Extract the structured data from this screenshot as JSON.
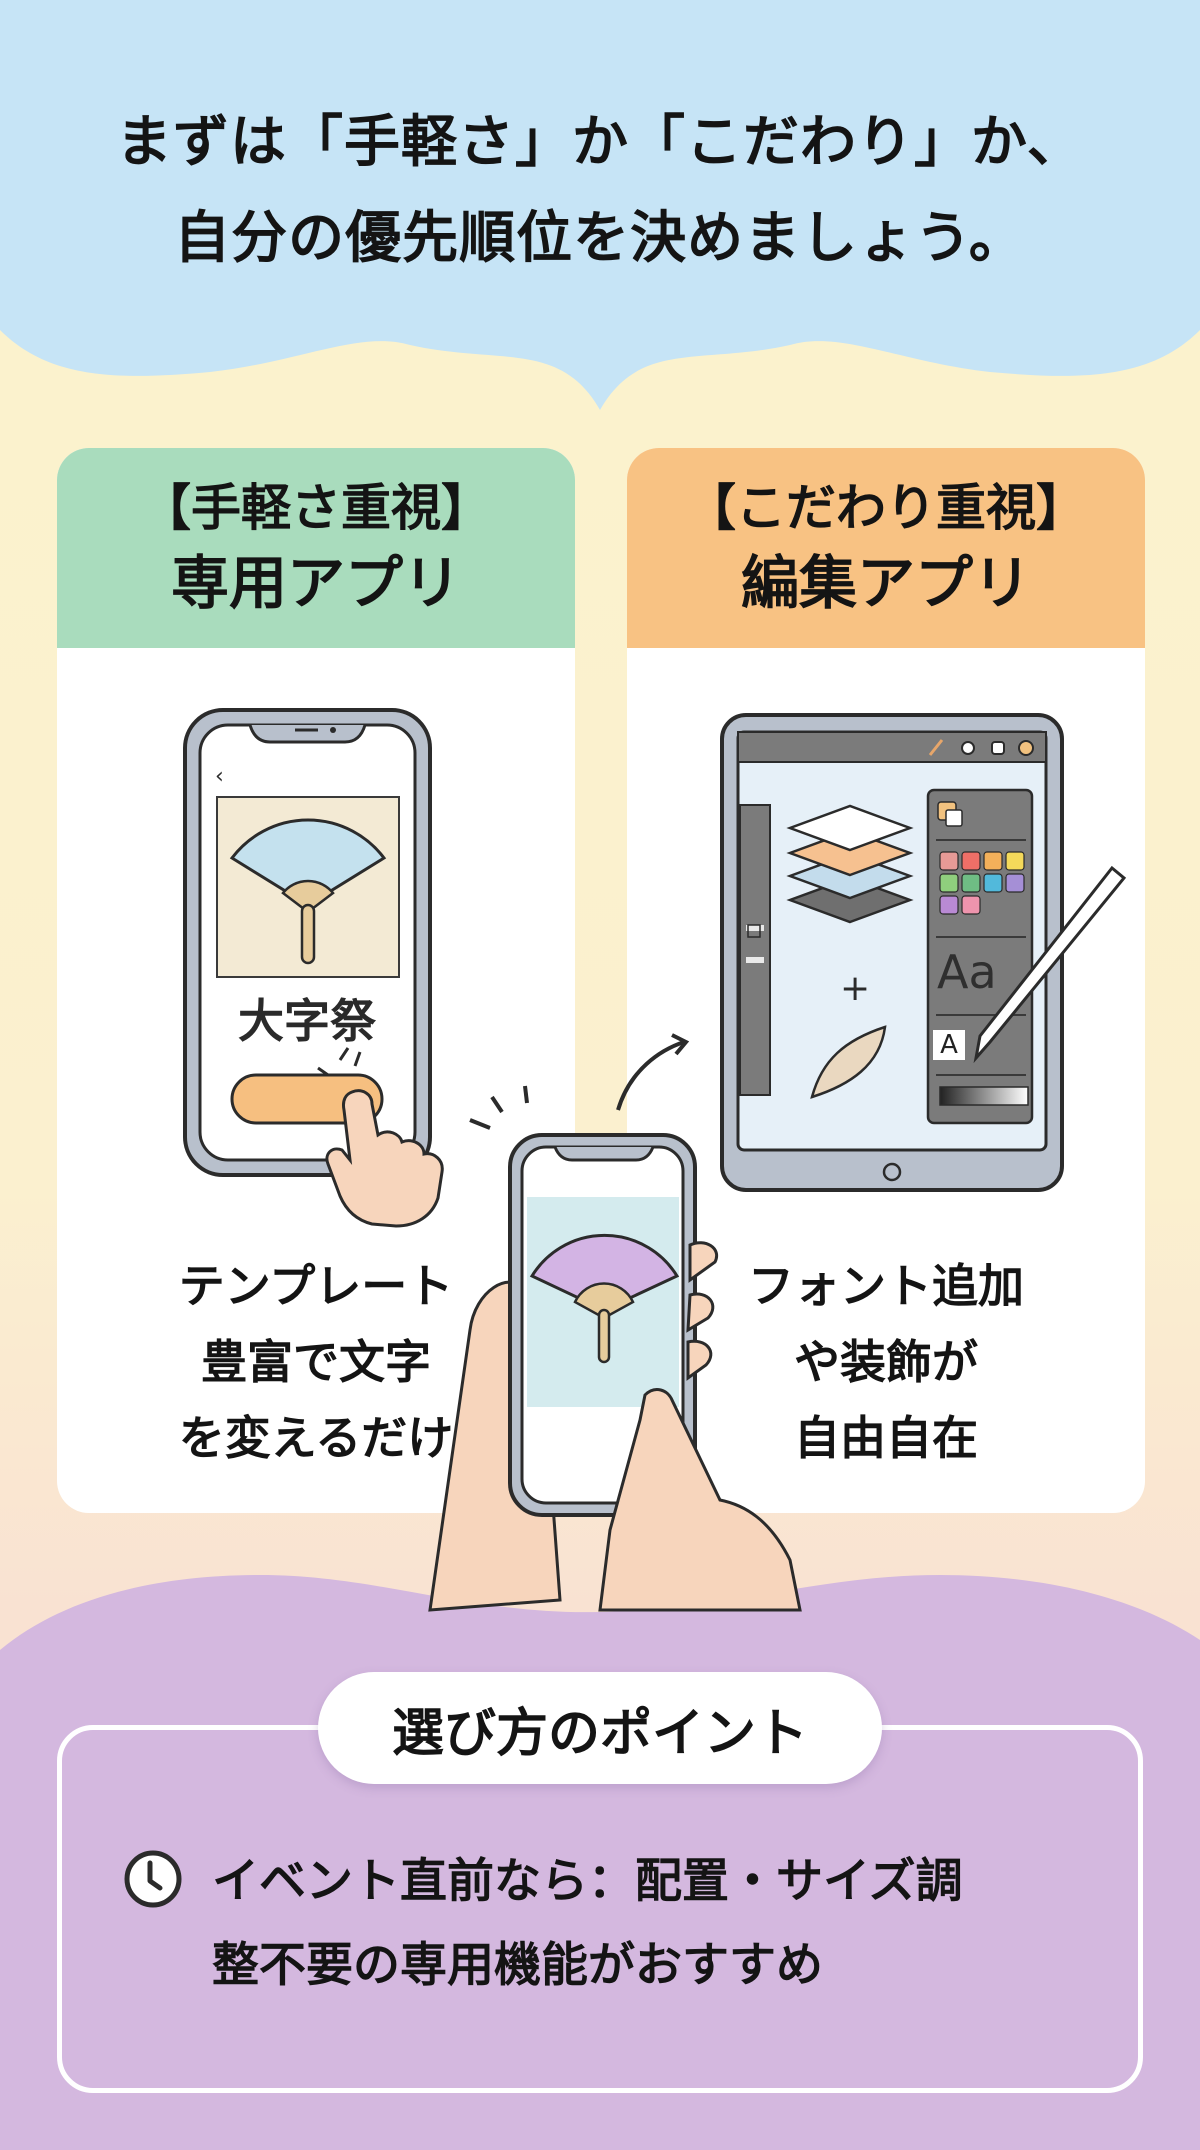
{
  "header": {
    "title_line1": "まずは「手軽さ」か「こだわり」か、",
    "title_line2": "自分の優先順位を決めましょう。"
  },
  "cards": [
    {
      "id": "easy",
      "heading_line1": "【手軽さ重視】",
      "heading_line2": "専用アプリ",
      "header_color": "#a9dcbd",
      "illustration": {
        "device": "smartphone",
        "back_icon": "‹",
        "screen_title": "大字祭",
        "fan_color": "#c4e1ee",
        "button_color": "#f6bf80"
      },
      "description_lines": [
        "テンプレート",
        "豊富で文字",
        "を変えるだけ"
      ]
    },
    {
      "id": "custom",
      "heading_line1": "【こだわり重視】",
      "heading_line2": "編集アプリ",
      "header_color": "#f8c283",
      "illustration": {
        "device": "tablet",
        "panel_font_sample": "Aa",
        "panel_text_tool": "A",
        "swatches": [
          "#e79a96",
          "#ee6f67",
          "#f3b05a",
          "#f4d95a",
          "#8fcf7d",
          "#6fbd84",
          "#52b9db",
          "#a58fd6",
          "#b98ad4",
          "#ee94ad"
        ]
      },
      "description_lines": [
        "フォント追加",
        "や装飾が",
        "自由自在"
      ]
    }
  ],
  "center_illustration": {
    "device": "smartphone-in-hand",
    "fan_color": "#d3b4e4"
  },
  "points": {
    "badge_label": "選び方のポイント",
    "items": [
      {
        "icon": "clock-icon",
        "text_line1": "イベント直前なら：配置・サイズ調",
        "text_line2": "整不要の専用機能がおすすめ"
      }
    ]
  },
  "colors": {
    "top_band": "#c6e4f6",
    "mid_background": "#fbf3cc",
    "bottom_band": "#d4b8df",
    "easy_header": "#a9dcbd",
    "custom_header": "#f8c283"
  }
}
